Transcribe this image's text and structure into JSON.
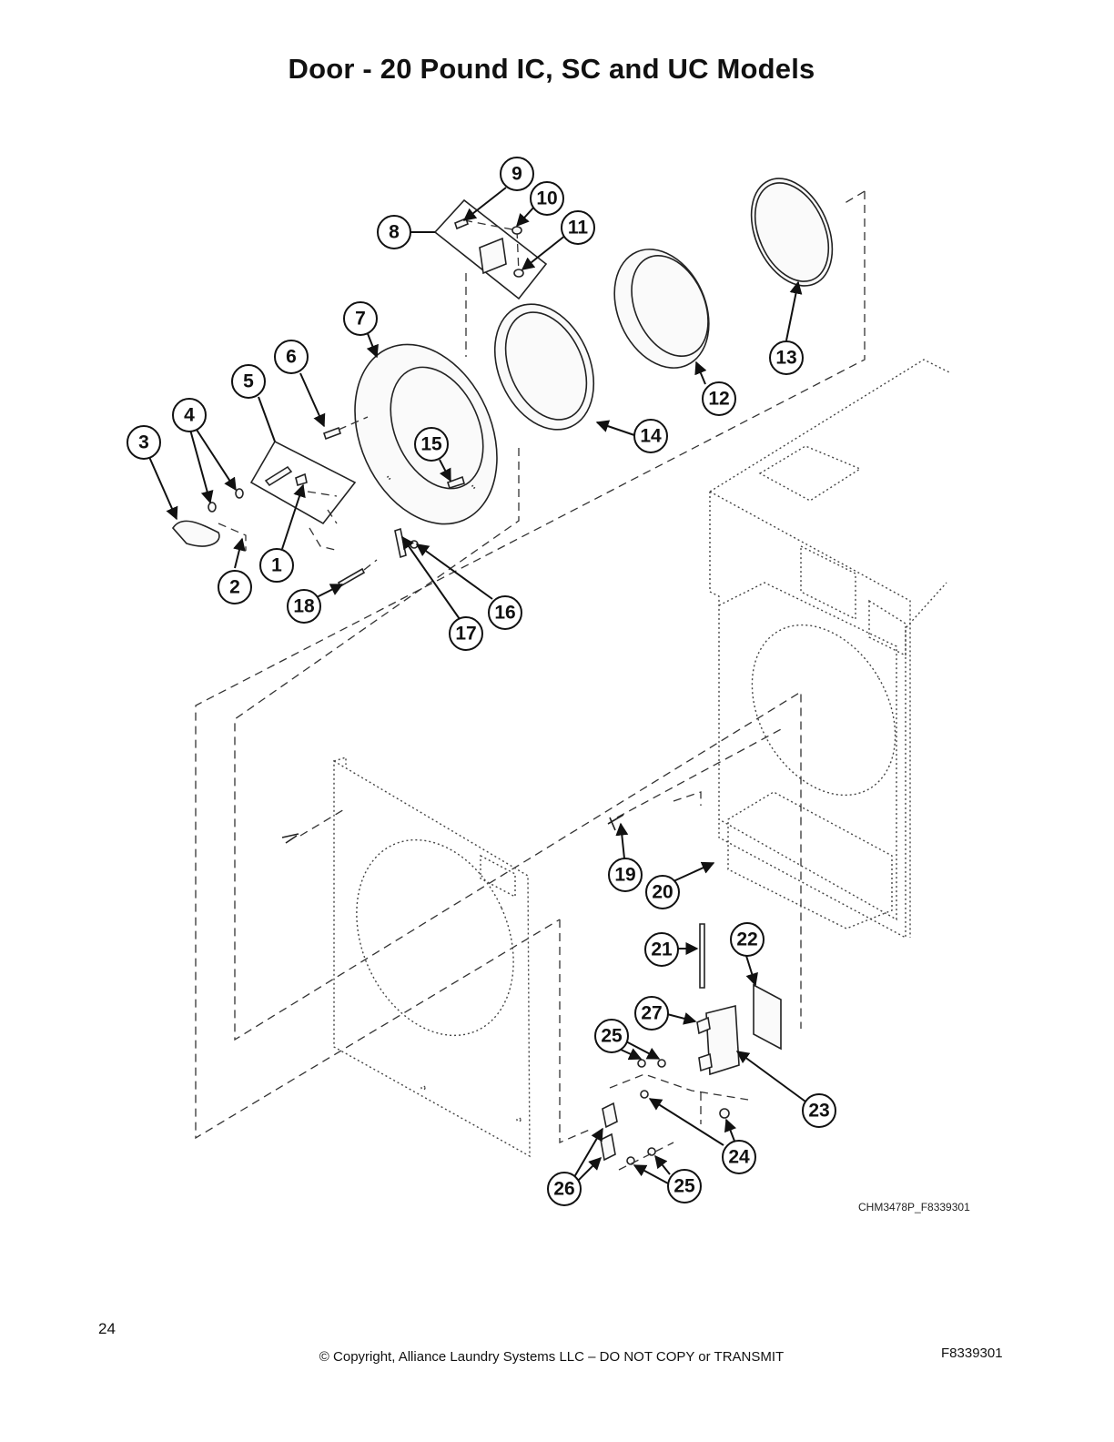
{
  "title": "Door - 20 Pound IC, SC and UC Models",
  "drawing_code": "CHM3478P_F8339301",
  "callouts": [
    "1",
    "2",
    "3",
    "4",
    "5",
    "6",
    "7",
    "8",
    "9",
    "10",
    "11",
    "12",
    "13",
    "14",
    "15",
    "16",
    "17",
    "18",
    "19",
    "20",
    "21",
    "22",
    "23",
    "24",
    "25",
    "26",
    "27"
  ],
  "footer": {
    "page_number": "24",
    "copyright": "© Copyright, Alliance Laundry Systems LLC – DO NOT COPY or TRANSMIT",
    "document_code": "F8339301"
  }
}
